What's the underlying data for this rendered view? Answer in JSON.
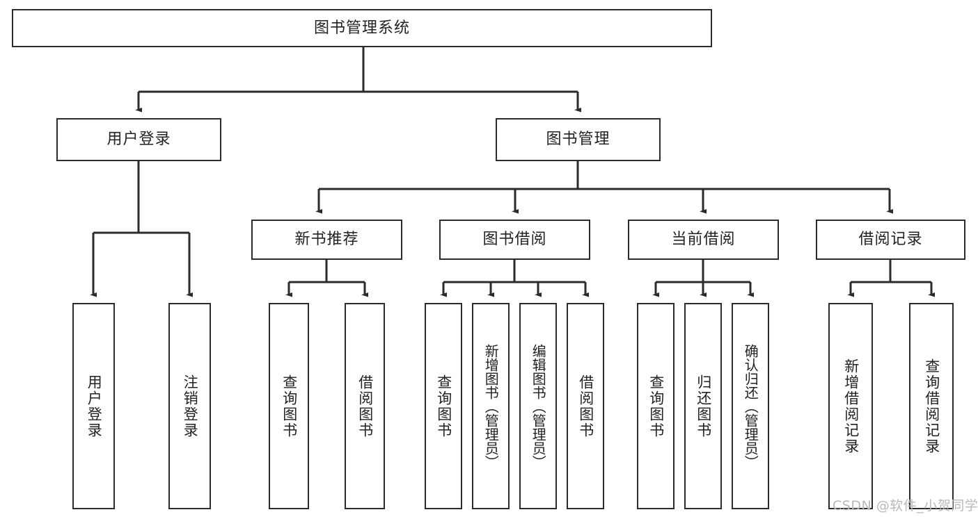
{
  "diagram": {
    "type": "tree",
    "title": "图书管理系统",
    "orientation": "top-down",
    "line_color": "#2b2b2b",
    "box_fill": "#ffffff",
    "text_color": "#222222"
  },
  "root": {
    "label": "图书管理系统"
  },
  "level2": [
    {
      "label": "用户登录"
    },
    {
      "label": "图书管理"
    }
  ],
  "level3": [
    {
      "label": "新书推荐"
    },
    {
      "label": "图书借阅"
    },
    {
      "label": "当前借阅"
    },
    {
      "label": "借阅记录"
    }
  ],
  "leaves": {
    "user_login": [
      {
        "label": "用户登录"
      },
      {
        "label": "注销登录"
      }
    ],
    "new_book": [
      {
        "label": "查询图书"
      },
      {
        "label": "借阅图书"
      }
    ],
    "book_borrow": [
      {
        "label": "查询图书"
      },
      {
        "label": "新增图书（管理员）"
      },
      {
        "label": "编辑图书（管理员）"
      },
      {
        "label": "借阅图书"
      }
    ],
    "current_borrow": [
      {
        "label": "查询图书"
      },
      {
        "label": "归还图书"
      },
      {
        "label": "确认归还（管理员）"
      }
    ],
    "borrow_record": [
      {
        "label": "新增借阅记录"
      },
      {
        "label": "查询借阅记录"
      }
    ]
  },
  "watermark": {
    "text": "CSDN @软件_小贺同学"
  }
}
